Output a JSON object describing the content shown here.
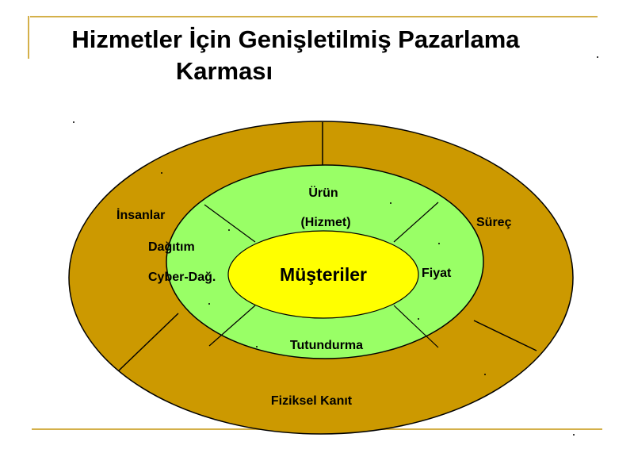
{
  "slide": {
    "title_line1": "Hizmetler İçin Genişletilmiş Pazarlama",
    "title_line2": "Karması"
  },
  "diagram": {
    "center": "Müşteriler",
    "inner_ring": {
      "top_line1": "Ürün",
      "top_line2": "(Hizmet)",
      "right": "Fiyat",
      "bottom": "Tutundurma",
      "left_line1": "Dağıtım",
      "left_line2": "Cyber-Dağ."
    },
    "outer_ring": {
      "left": "İnsanlar",
      "right": "Süreç",
      "bottom": "Fiziksel Kanıt"
    },
    "colors": {
      "outer": "#cc9900",
      "inner": "#99ff66",
      "center": "#ffff00",
      "accent_rule": "#d4b04a"
    }
  }
}
